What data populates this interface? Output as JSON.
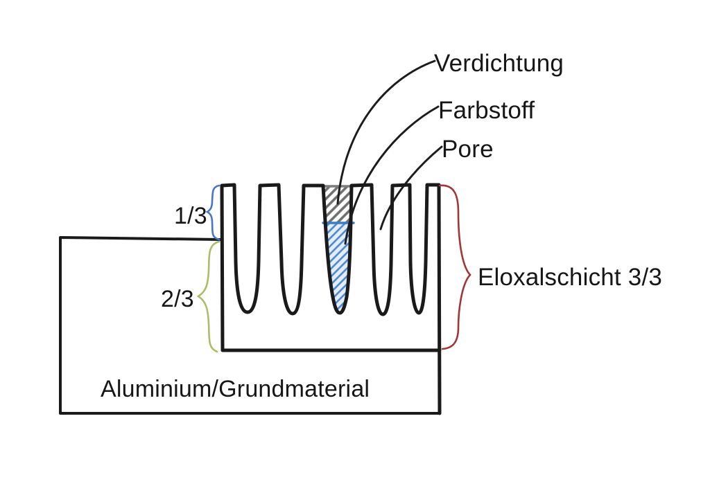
{
  "diagram": {
    "labels": {
      "verdichtung": "Verdichtung",
      "farbstoff": "Farbstoff",
      "pore": "Pore",
      "fraction_top": "1/3",
      "fraction_bottom": "2/3",
      "eloxal_layer": "Eloxalschicht 3/3",
      "base_material": "Aluminium/Grundmaterial"
    },
    "colors": {
      "outline": "#1a1a1a",
      "leader_line": "#1c1c1c",
      "text": "#161616",
      "blue_brace": "#4676c9",
      "green_brace": "#aebb67",
      "red_brace": "#a23636",
      "gray_hatch": "#6f6f6f",
      "gray_top_line": "#7d7d7d",
      "blue_hatch": "#4d86cf",
      "blue_divider": "#3c7bc8",
      "blue_wash": "#e3eefa",
      "background": "#ffffff"
    }
  }
}
